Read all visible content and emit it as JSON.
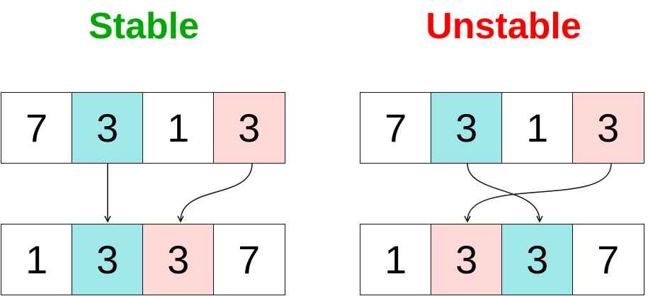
{
  "stable": {
    "title": "Stable",
    "title_color": "#00aa00",
    "before": [
      {
        "value": "7",
        "color": "#ffffff"
      },
      {
        "value": "3",
        "color": "#a0e8e8"
      },
      {
        "value": "1",
        "color": "#ffffff"
      },
      {
        "value": "3",
        "color": "#ffd8d8"
      }
    ],
    "after": [
      {
        "value": "1",
        "color": "#ffffff"
      },
      {
        "value": "3",
        "color": "#a0e8e8"
      },
      {
        "value": "3",
        "color": "#ffd8d8"
      },
      {
        "value": "7",
        "color": "#ffffff"
      }
    ]
  },
  "unstable": {
    "title": "Unstable",
    "title_color": "#ff0000",
    "before": [
      {
        "value": "7",
        "color": "#ffffff"
      },
      {
        "value": "3",
        "color": "#a0e8e8"
      },
      {
        "value": "1",
        "color": "#ffffff"
      },
      {
        "value": "3",
        "color": "#ffd8d8"
      }
    ],
    "after": [
      {
        "value": "1",
        "color": "#ffffff"
      },
      {
        "value": "3",
        "color": "#ffd8d8"
      },
      {
        "value": "3",
        "color": "#a0e8e8"
      },
      {
        "value": "7",
        "color": "#ffffff"
      }
    ]
  }
}
